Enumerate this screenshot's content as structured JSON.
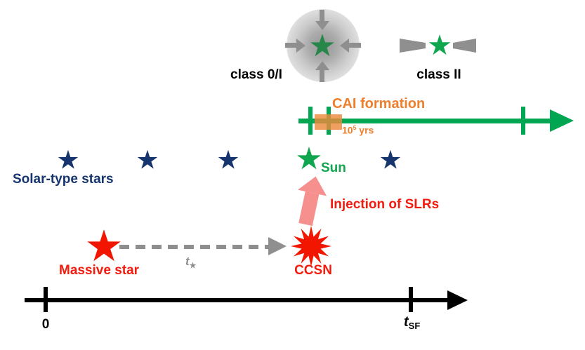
{
  "glyphs": {
    "star": "★"
  },
  "protostar_stages": {
    "class01_label": "class 0/I",
    "class2_label": "class II"
  },
  "cai": {
    "label": "CAI formation",
    "duration_base": "10",
    "duration_exponent": "5",
    "duration_unit": " yrs"
  },
  "stars_row": {
    "label": "Solar-type stars",
    "sun_label": "Sun"
  },
  "injection": {
    "label": "Injection of SLRs"
  },
  "massive_star": {
    "label": "Massive star",
    "travel_time_symbol": "t",
    "travel_time_subscript": "★",
    "ccsn_label": "CCSN"
  },
  "timeline": {
    "origin_label": "0",
    "tsf_symbol": "t",
    "tsf_subscript": "SF"
  },
  "colors": {
    "green": "#00a651",
    "dark_green": "#27874a",
    "navy": "#16356e",
    "orange": "#ee7f2d",
    "red": "#f21500",
    "salmon": "#f5908e",
    "gray": "#8f8f8f",
    "black": "#000000"
  }
}
